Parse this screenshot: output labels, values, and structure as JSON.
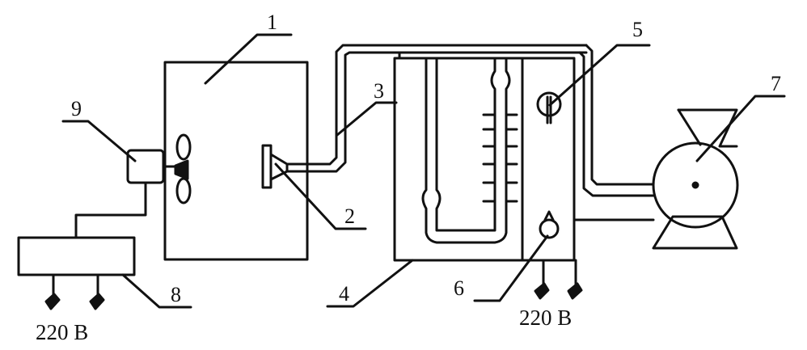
{
  "callouts": {
    "c1": "1",
    "c2": "2",
    "c3": "3",
    "c4": "4",
    "c5": "5",
    "c6": "6",
    "c7": "7",
    "c8": "8",
    "c9": "9"
  },
  "supply": {
    "left": "220 В",
    "right": "220 В"
  },
  "colors": {
    "ink": "#111111",
    "background": "#ffffff"
  }
}
